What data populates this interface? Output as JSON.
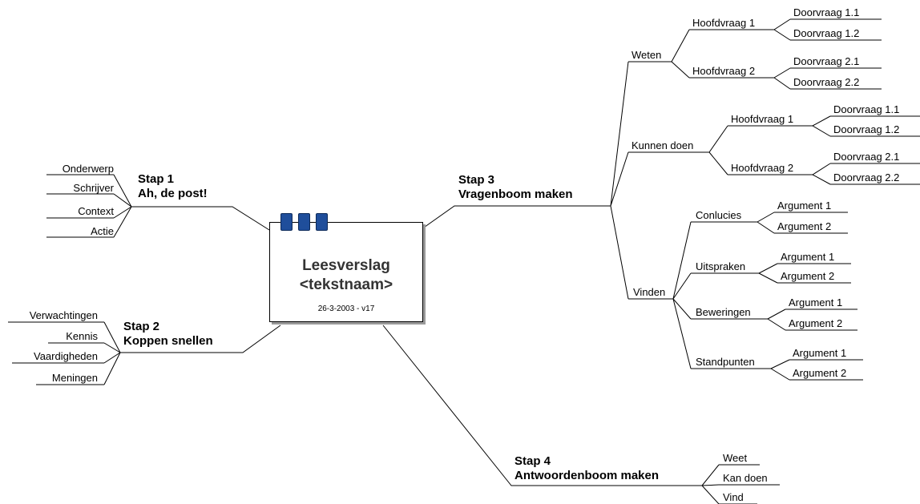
{
  "center": {
    "title_line1": "Leesverslag",
    "title_line2": "<tekstnaam>",
    "date": "26-3-2003 - v17",
    "accent_color": "#1f4e9b"
  },
  "stap1": {
    "line1": "Stap 1",
    "line2": "Ah, de post!",
    "items": [
      "Onderwerp",
      "Schrijver",
      "Context",
      "Actie"
    ]
  },
  "stap2": {
    "line1": "Stap 2",
    "line2": "Koppen snellen",
    "items": [
      "Verwachtingen",
      "Kennis",
      "Vaardigheden",
      "Meningen"
    ]
  },
  "stap3": {
    "line1": "Stap 3",
    "line2": "Vragenboom maken",
    "weten": {
      "label": "Weten",
      "h1": "Hoofdvraag 1",
      "h1_d1": "Doorvraag 1.1",
      "h1_d2": "Doorvraag 1.2",
      "h2": "Hoofdvraag 2",
      "h2_d1": "Doorvraag 2.1",
      "h2_d2": "Doorvraag 2.2"
    },
    "kunnen": {
      "label": "Kunnen doen",
      "h1": "Hoofdvraag 1",
      "h1_d1": "Doorvraag 1.1",
      "h1_d2": "Doorvraag 1.2",
      "h2": "Hoofdvraag 2",
      "h2_d1": "Doorvraag 2.1",
      "h2_d2": "Doorvraag 2.2"
    },
    "vinden": {
      "label": "Vinden",
      "b1": "Conlucies",
      "b2": "Uitspraken",
      "b3": "Beweringen",
      "b4": "Standpunten",
      "arg1": "Argument 1",
      "arg2": "Argument 2"
    }
  },
  "stap4": {
    "line1": "Stap 4",
    "line2": "Antwoordenboom maken",
    "items": [
      "Weet",
      "Kan doen",
      "Vind"
    ]
  }
}
